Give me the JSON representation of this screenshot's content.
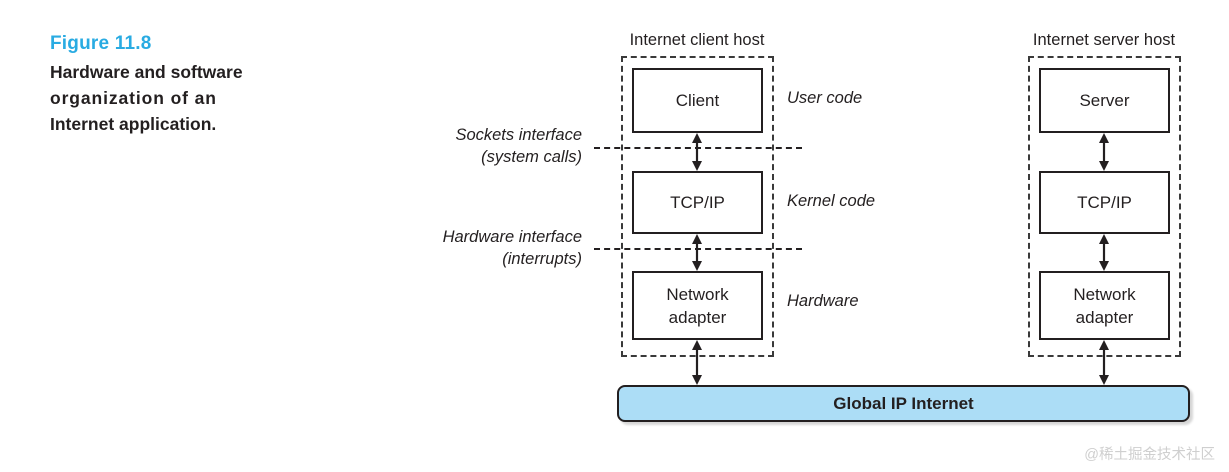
{
  "figure": {
    "number": "Figure 11.8",
    "caption_lines": [
      "Hardware and software",
      "organization  of  an",
      "Internet application."
    ],
    "accent_color": "#29ABE2",
    "text_color": "#231f20"
  },
  "hosts": {
    "client": {
      "label": "Internet client host",
      "layers": [
        {
          "name": "Client"
        },
        {
          "name": "TCP/IP"
        },
        {
          "name": "Network",
          "name2": "adapter"
        }
      ]
    },
    "server": {
      "label": "Internet server host",
      "layers": [
        {
          "name": "Server"
        },
        {
          "name": "TCP/IP"
        },
        {
          "name": "Network",
          "name2": "adapter"
        }
      ]
    }
  },
  "interfaces": [
    {
      "line1": "Sockets interface",
      "line2": "(system calls)"
    },
    {
      "line1": "Hardware interface",
      "line2": "(interrupts)"
    }
  ],
  "layer_annotations": [
    {
      "label": "User code"
    },
    {
      "label": "Kernel code"
    },
    {
      "label": "Hardware"
    }
  ],
  "network": {
    "label": "Global IP Internet",
    "fill_color": "#ACDDF6",
    "border_color": "#231f20"
  },
  "watermark": {
    "text": "@稀土掘金技术社区"
  }
}
